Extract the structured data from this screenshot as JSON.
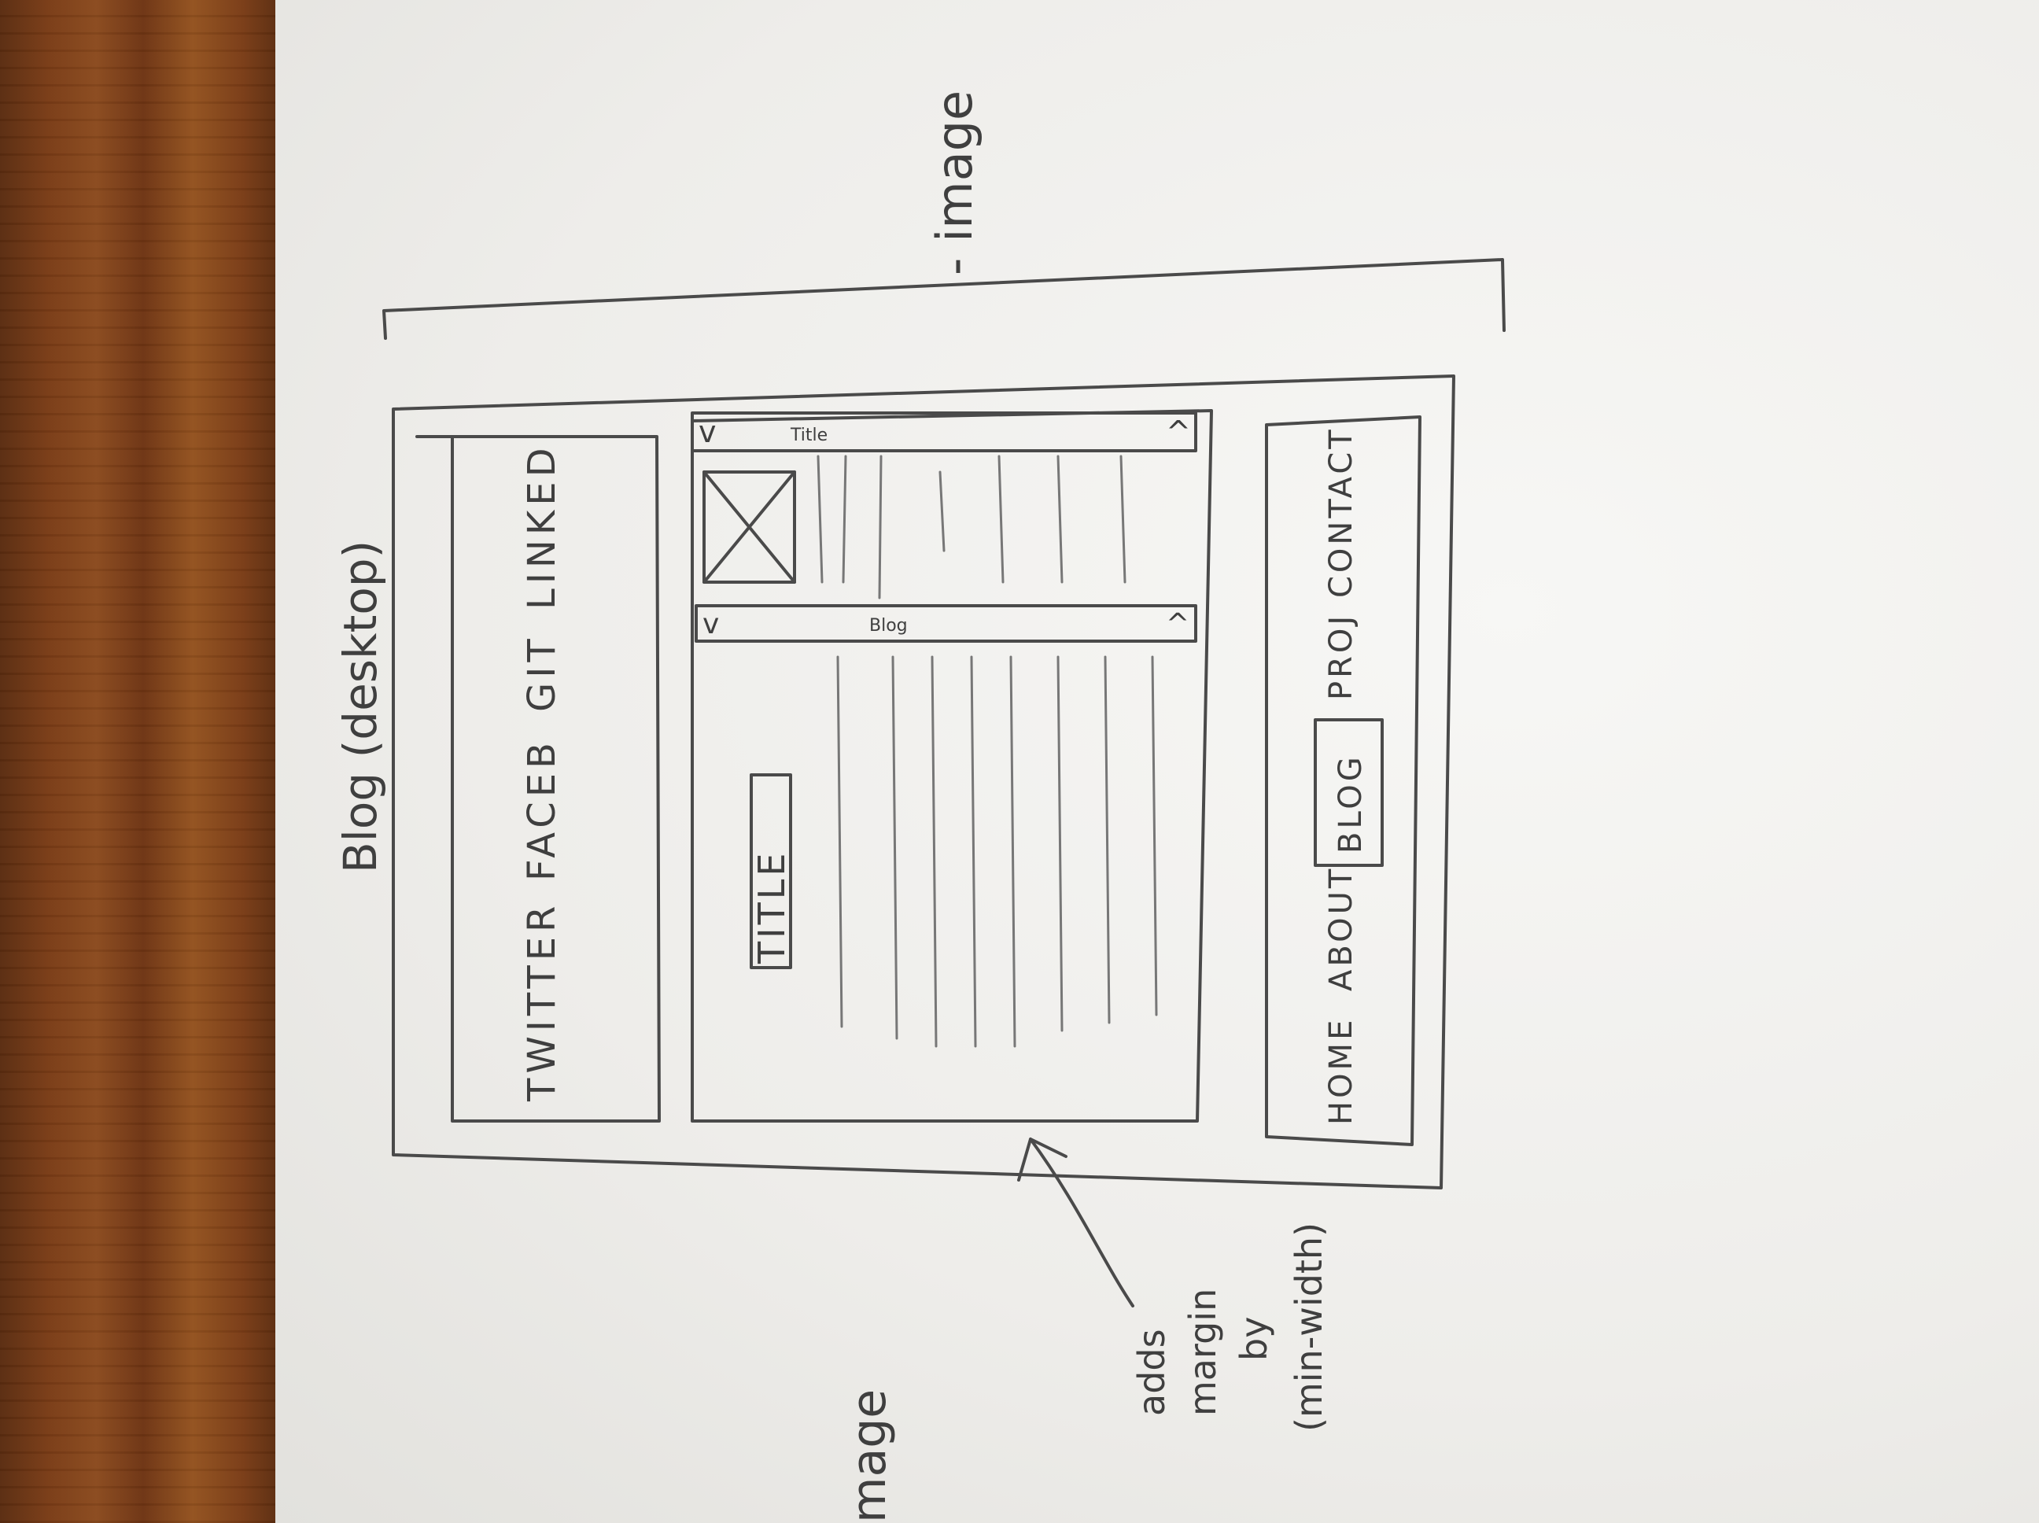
{
  "sketch": {
    "heading": "Blog (desktop)",
    "header_note": "- image",
    "corner_note": "mage",
    "social_links": [
      "TWITTER",
      "FACEB",
      "GIT",
      "LINKED"
    ],
    "post_title": "TITLE",
    "post_tag_1": "Title",
    "post_tag_2": "Blog",
    "post_arrow_up": "^",
    "post_arrow_down": "v",
    "nav_items": [
      "HOME",
      "ABOUT",
      "BLOG",
      "PROJ",
      "CONTACT"
    ],
    "nav_active": "BLOG",
    "annotation": [
      "adds",
      "margin",
      "by",
      "(min-width)"
    ]
  },
  "colors": {
    "wood": "#7a3c16",
    "paper": "#f2f1ee",
    "pencil": "#4a4a4a"
  }
}
